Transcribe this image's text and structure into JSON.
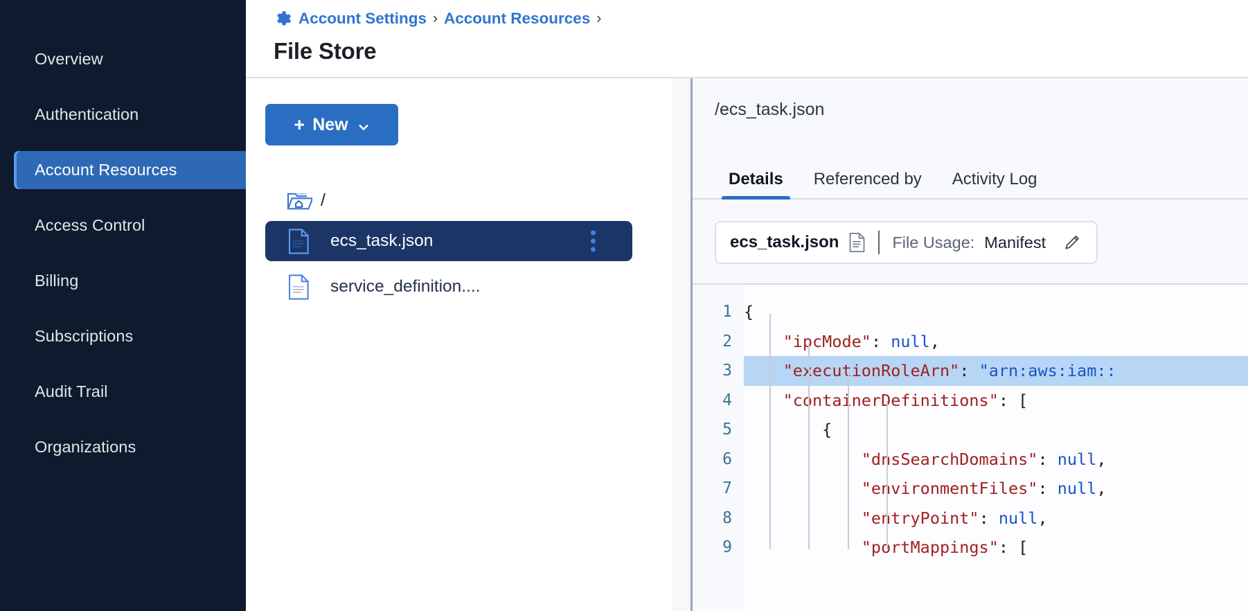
{
  "sidebar": {
    "items": [
      {
        "label": "Overview",
        "active": false
      },
      {
        "label": "Authentication",
        "active": false
      },
      {
        "label": "Account Resources",
        "active": true
      },
      {
        "label": "Access Control",
        "active": false
      },
      {
        "label": "Billing",
        "active": false
      },
      {
        "label": "Subscriptions",
        "active": false
      },
      {
        "label": "Audit Trail",
        "active": false
      },
      {
        "label": "Organizations",
        "active": false
      }
    ]
  },
  "header": {
    "gear_icon": "gear-icon",
    "breadcrumb": [
      {
        "label": "Account Settings"
      },
      {
        "label": "Account Resources"
      }
    ],
    "separator": "›",
    "title": "File Store"
  },
  "browser": {
    "new_button": {
      "label": "New",
      "plus": "+",
      "chevron": "chevron-down-icon"
    },
    "root": {
      "icon": "folder-home-icon",
      "label": "/"
    },
    "files": [
      {
        "name": "ecs_task.json",
        "icon": "document-icon",
        "selected": true,
        "menu": "kebab-menu-icon"
      },
      {
        "name": "service_definition....",
        "icon": "document-icon",
        "selected": false
      }
    ]
  },
  "details": {
    "path": "/ecs_task.json",
    "tabs": [
      {
        "label": "Details",
        "active": true
      },
      {
        "label": "Referenced by",
        "active": false
      },
      {
        "label": "Activity Log",
        "active": false
      }
    ],
    "usage_card": {
      "file_name": "ecs_task.json",
      "file_icon": "document-icon",
      "usage_label": "File Usage:",
      "usage_value": "Manifest",
      "edit_icon": "pencil-icon"
    },
    "editor": {
      "line_numbers": [
        "1",
        "2",
        "3",
        "4",
        "5",
        "6",
        "7",
        "8",
        "9"
      ],
      "highlighted_line": 3,
      "lines": [
        [
          {
            "t": "punc",
            "v": "{"
          }
        ],
        [
          {
            "t": "punc",
            "v": "    "
          },
          {
            "t": "key",
            "v": "\"ipcMode\""
          },
          {
            "t": "punc",
            "v": ": "
          },
          {
            "t": "null",
            "v": "null"
          },
          {
            "t": "punc",
            "v": ","
          }
        ],
        [
          {
            "t": "punc",
            "v": "    "
          },
          {
            "t": "key",
            "v": "\"executionRoleArn\""
          },
          {
            "t": "punc",
            "v": ": "
          },
          {
            "t": "str",
            "v": "\"arn:aws:iam::"
          }
        ],
        [
          {
            "t": "punc",
            "v": "    "
          },
          {
            "t": "key",
            "v": "\"containerDefinitions\""
          },
          {
            "t": "punc",
            "v": ": ["
          }
        ],
        [
          {
            "t": "punc",
            "v": "        {"
          }
        ],
        [
          {
            "t": "punc",
            "v": "            "
          },
          {
            "t": "key",
            "v": "\"dnsSearchDomains\""
          },
          {
            "t": "punc",
            "v": ": "
          },
          {
            "t": "null",
            "v": "null"
          },
          {
            "t": "punc",
            "v": ","
          }
        ],
        [
          {
            "t": "punc",
            "v": "            "
          },
          {
            "t": "key",
            "v": "\"environmentFiles\""
          },
          {
            "t": "punc",
            "v": ": "
          },
          {
            "t": "null",
            "v": "null"
          },
          {
            "t": "punc",
            "v": ","
          }
        ],
        [
          {
            "t": "punc",
            "v": "            "
          },
          {
            "t": "key",
            "v": "\"entryPoint\""
          },
          {
            "t": "punc",
            "v": ": "
          },
          {
            "t": "null",
            "v": "null"
          },
          {
            "t": "punc",
            "v": ","
          }
        ],
        [
          {
            "t": "punc",
            "v": "            "
          },
          {
            "t": "key",
            "v": "\"portMappings\""
          },
          {
            "t": "punc",
            "v": ": ["
          }
        ]
      ]
    }
  },
  "colors": {
    "sidebar_bg": "#0e1b2e",
    "accent_blue": "#2a6ec4",
    "selected_row": "#1b3566",
    "highlight_line": "#b7d5f4",
    "json_key": "#9f2020",
    "json_value": "#1854c8"
  }
}
